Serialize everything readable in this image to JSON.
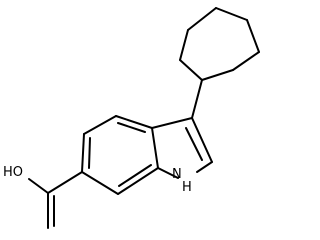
{
  "molecule": {
    "labels": {
      "hydroxyl": "HO",
      "amine": "H",
      "nitrogen": "N"
    }
  }
}
